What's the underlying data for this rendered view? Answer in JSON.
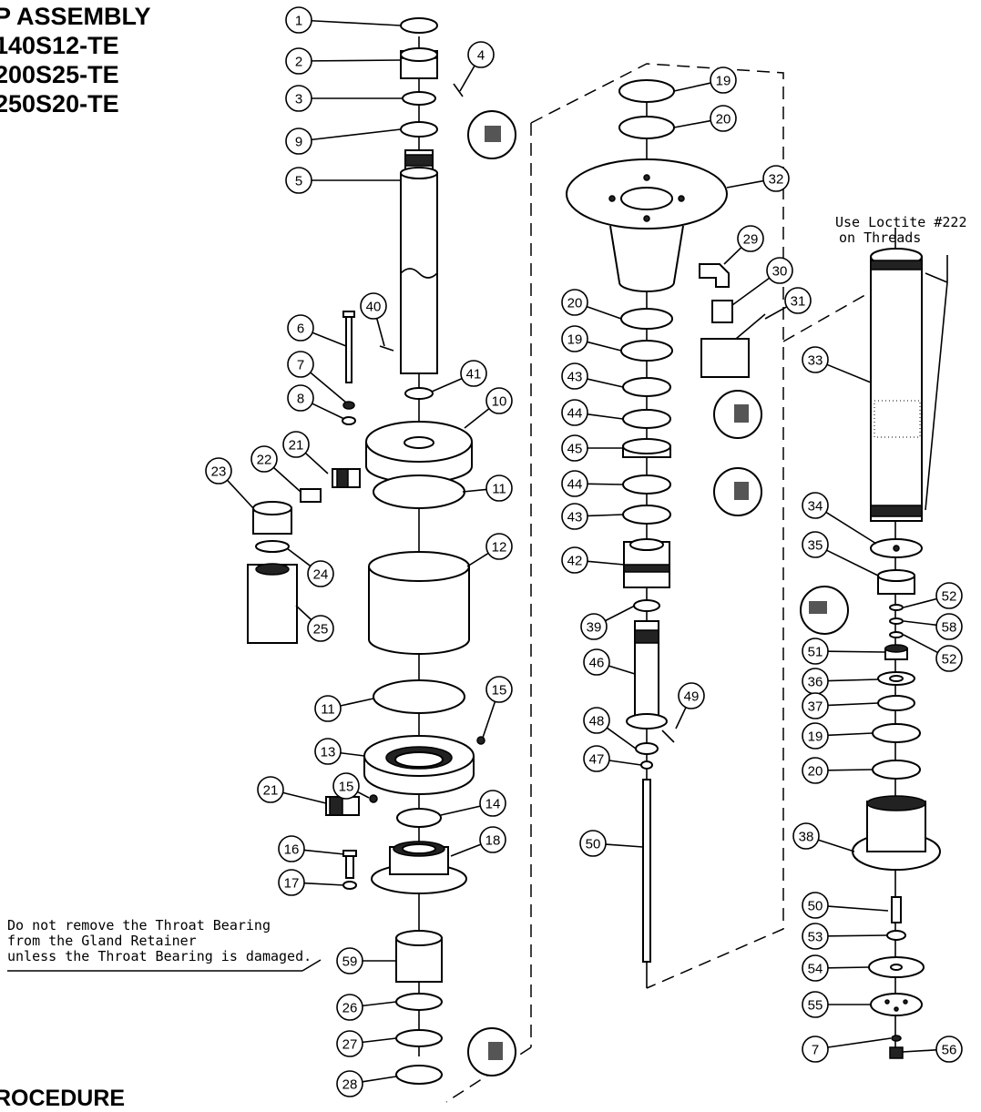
{
  "title_lines": [
    "P ASSEMBLY",
    "140S12-TE",
    "200S25-TE",
    "250S20-TE"
  ],
  "footer_text": "ROCEDURE",
  "note_loctite": [
    "Use Loctite #222",
    "on Threads"
  ],
  "note_throat": [
    "Do not remove the Throat Bearing",
    "from the Gland Retainer",
    "unless the Throat Bearing is damaged."
  ],
  "callouts": [
    "1",
    "2",
    "3",
    "4",
    "9",
    "5",
    "40",
    "6",
    "7",
    "8",
    "41",
    "10",
    "21",
    "22",
    "23",
    "24",
    "25",
    "11",
    "12",
    "11",
    "15",
    "13",
    "15",
    "21",
    "14",
    "16",
    "18",
    "17",
    "59",
    "26",
    "27",
    "28",
    "19",
    "20",
    "32",
    "29",
    "30",
    "31",
    "20",
    "19",
    "43",
    "44",
    "45",
    "44",
    "43",
    "42",
    "39",
    "46",
    "49",
    "48",
    "47",
    "50",
    "33",
    "34",
    "35",
    "52",
    "58",
    "52",
    "51",
    "36",
    "37",
    "19",
    "20",
    "38",
    "50",
    "53",
    "54",
    "55",
    "7",
    "56"
  ]
}
